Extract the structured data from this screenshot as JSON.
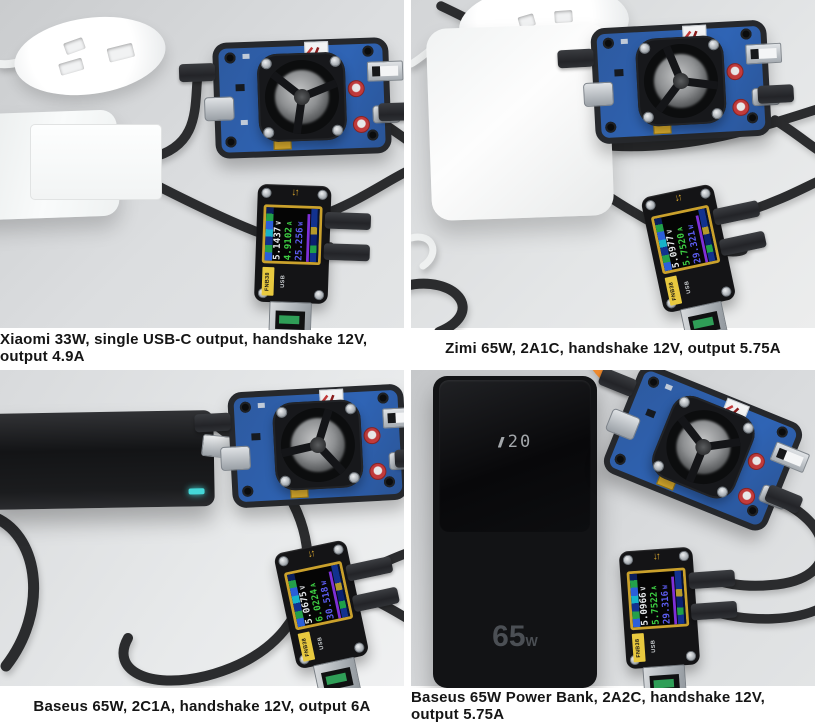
{
  "colors": {
    "pcb_blue": "#2d5aa0",
    "screen_bezel_gold": "#caa12c",
    "voltage_value": "#e6e9eb",
    "current_value": "#3ecf44",
    "power_value": "#5d5df2",
    "progress_bar_purple": "#7e2fd8",
    "model_tag_yellow": "#e8c93f",
    "orange_cable": "#ee8a2f",
    "bar_charger_led_teal": "#45d8d8"
  },
  "panels": [
    {
      "caption": "Xiaomi 33W, single USB-C output, handshake 12V, output 4.9A",
      "tester": {
        "brand_label": "FNB38",
        "port_label": "USB",
        "arrows_glyph": "↓↑",
        "voltage": "5.1437",
        "voltage_unit": "V",
        "current": "4.9102",
        "current_unit": "A",
        "power": "25.256",
        "power_unit": "W"
      }
    },
    {
      "caption": "Zimi 65W, 2A1C, handshake 12V, output 5.75A",
      "tester": {
        "brand_label": "FNB38",
        "port_label": "USB",
        "arrows_glyph": "↓↑",
        "voltage": "5.0977",
        "voltage_unit": "V",
        "current": "5.7520",
        "current_unit": "A",
        "power": "29.321",
        "power_unit": "W"
      }
    },
    {
      "caption": "Baseus 65W, 2C1A, handshake 12V, output 6A",
      "tester": {
        "brand_label": "FNB38",
        "port_label": "USB",
        "arrows_glyph": "↓↑",
        "voltage": "5.0675",
        "voltage_unit": "V",
        "current": "6.0224",
        "current_unit": "A",
        "power": "30.518",
        "power_unit": "W"
      }
    },
    {
      "caption": "Baseus 65W Power Bank, 2A2C, handshake 12V, output 5.75A",
      "tester": {
        "brand_label": "FNB38",
        "port_label": "USB",
        "arrows_glyph": "↓↑",
        "voltage": "5.0966",
        "voltage_unit": "V",
        "current": "5.7522",
        "current_unit": "A",
        "power": "29.316",
        "power_unit": "W"
      },
      "power_bank": {
        "display": "20",
        "wattage": "65",
        "wattage_unit": "W"
      }
    }
  ]
}
